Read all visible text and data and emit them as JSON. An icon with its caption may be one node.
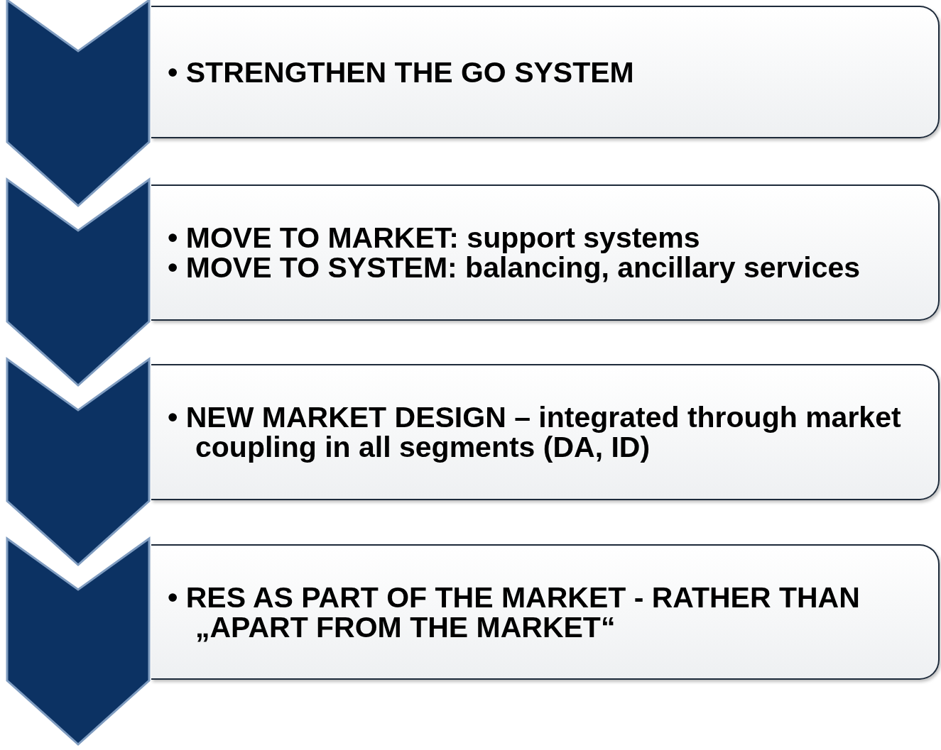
{
  "diagram": {
    "nodes": [
      {
        "text": [
          "• STRENGTHEN THE GO SYSTEM"
        ]
      },
      {
        "text": [
          "• MOVE TO MARKET: support systems",
          "• MOVE TO SYSTEM: balancing, ancillary services"
        ]
      },
      {
        "text": [
          "• NEW MARKET DESIGN – integrated through market coupling in all segments (DA, ID)"
        ]
      },
      {
        "text": [
          "• RES AS PART OF THE MARKET - RATHER THAN „APART FROM THE MARKET“"
        ]
      }
    ]
  }
}
